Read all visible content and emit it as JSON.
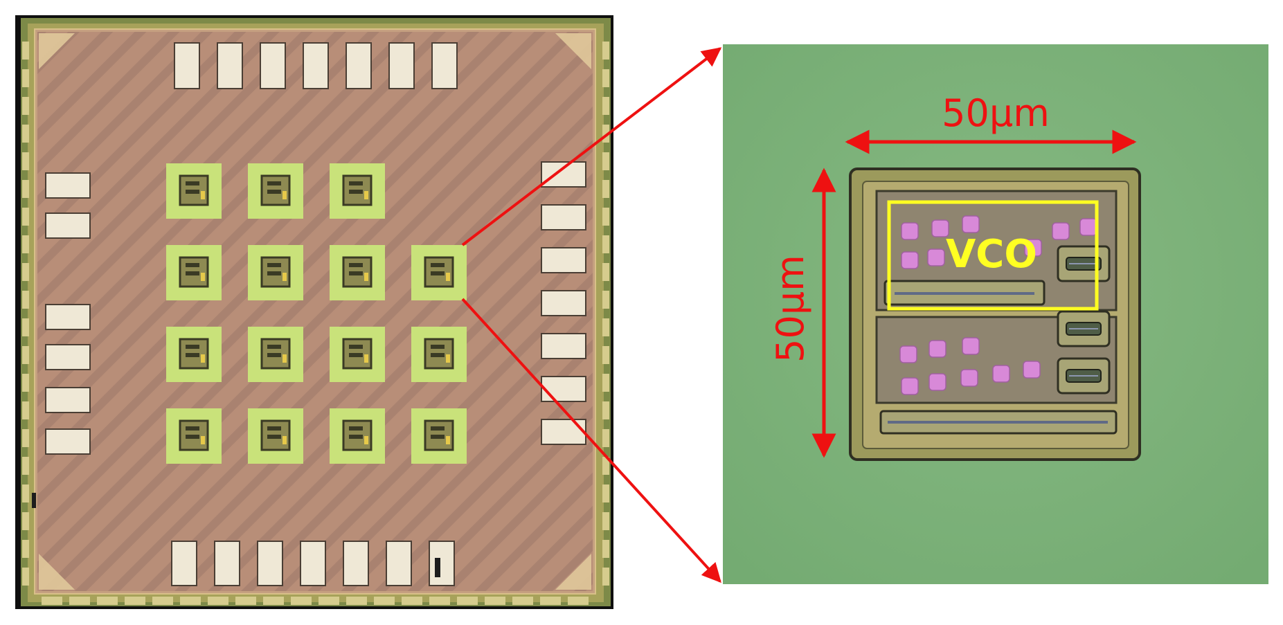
{
  "die_photo": {
    "top_pad_count": 7,
    "bottom_pad_count": 7,
    "left_pad_count": 6,
    "right_pad_count": 7,
    "sensor_grid_rows": [
      3,
      4,
      4,
      4
    ]
  },
  "zoom_view": {
    "width_label": "50μm",
    "height_label": "50μm",
    "block_label": "VCO"
  },
  "colors": {
    "die_fill": "#b88e78",
    "die_border": "#7d8a48",
    "pad_fill": "#efe8d6",
    "sensor_cell": "#c9e27a",
    "zoom_background": "#7db27a",
    "annotation_red": "#ee1111",
    "highlight_yellow": "#ffff22",
    "via_pink": "#d889d8"
  }
}
